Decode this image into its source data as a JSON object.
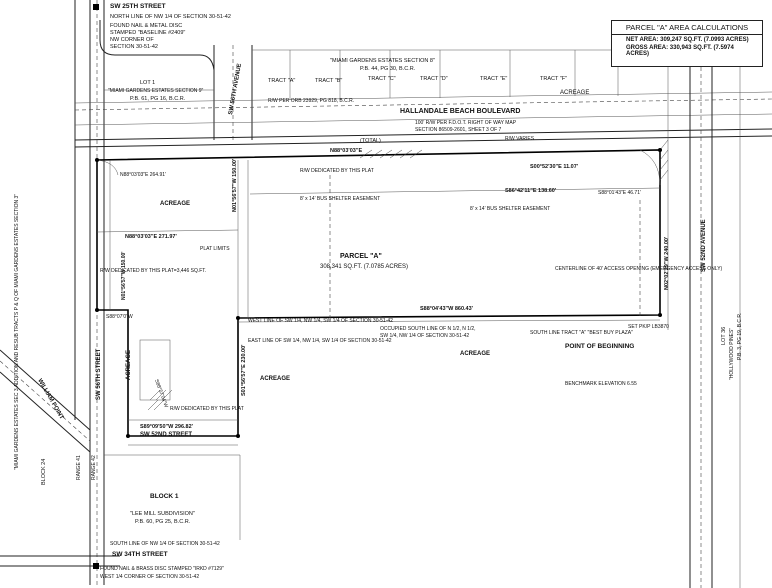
{
  "area_table": {
    "title": "PARCEL \"A\" AREA CALCULATIONS",
    "net": "NET AREA: 309,247 SQ.FT. (7.0993 ACRES)",
    "gross": "GROSS AREA: 330,943 SQ.FT. (7.5974 ACRES)"
  },
  "streets": {
    "sw25": "SW 25TH STREET",
    "sw34": "SW 34TH STREET",
    "sw56ave": "SW 56TH AVENUE",
    "sw52ave": "SW 52ND AVENUE",
    "sw52st": "SW 52ND STREET",
    "sw56st": "SW 56TH STREET",
    "hallandale": "HALLANDALE BEACH BOULEVARD",
    "pembroke": "WILLIAM POINT"
  },
  "labels": {
    "nw_corner_top": "NORTH LINE OF NW 1/4 OF SECTION 30-51-42",
    "found_nail_top": "FOUND NAIL & METAL DISC",
    "stamped_baseline": "STAMPED \"BASELINE #2409\"",
    "nw_corner_section": "NW CORNER OF",
    "section_ref": "SECTION 30-51-42",
    "lot1": "LOT 1",
    "mg9": "\"MIAMI GARDENS ESTATES SECTION 9\"",
    "mg9_pb": "P.B. 61, PG 16, B.C.R.",
    "mg8": "\"MIAMI GARDENS ESTATES SECTION 8\"",
    "mg8_pb": "P.B. 44, PG 30, B.C.R.",
    "tract_a": "TRACT \"A\"",
    "tract_b": "TRACT \"B\"",
    "tract_c": "TRACT \"C\"",
    "tract_d": "TRACT \"D\"",
    "tract_e": "TRACT \"E\"",
    "tract_f": "TRACT \"F\"",
    "acreage": "ACREAGE",
    "rw_per_orb": "R/W PER ORB 23929, PG 818, B.C.R.",
    "fdot_rw": "100' R/W PER F.D.O.T. RIGHT OF WAY MAP",
    "fdot_sect": "SECTION 86509-2601, SHEET 3 OF 7",
    "rw_varies": "R/W VARIES",
    "total": "(TOTAL)",
    "parcel_a": "PARCEL \"A\"",
    "parcel_area": "308,341 SQ.FT. (7.0785 ACRES)",
    "pob": "POINT OF BEGINNING",
    "set_pk": "SET PK/P LB3870",
    "best_buy": "SOUTH LINE TRACT \"A\" \"BEST BUY PLAZA\"",
    "occupied": "OCCUPIED SOUTH LINE OF N 1/2, N 1/2,",
    "occupied2": "SW 1/4, NW 1/4 OF SECTION 30-51-42",
    "block1": "BLOCK 1",
    "lee_mill": "\"LEE MILL SUBDIVISION\"",
    "lee_mill_pb": "P.B. 60, PG 25, B.C.R.",
    "block24": "BLOCK 24",
    "lot36": "LOT 36",
    "hollywood_pines": "\"HOLLYWOOD PINES\"",
    "hollywood_pb": "P.B. 3, PG 19, B.C.R.",
    "range41": "RANGE 41",
    "range42": "RANGE 42",
    "south_line_bottom": "SOUTH LINE OF NW 1/4 OF SECTION 30-51-42",
    "found_nail_bottom": "FOUND NAIL & BRASS DISC STAMPED \"IRKD #7129\"",
    "west_quarter": "WEST 1/4 CORNER OF SECTION 30-51-42",
    "rw_dedicated": "R/W DEDICATED BY THIS PLAT",
    "rw_dedicated_sqft": "R/W DEDICATED BY THIS PLAT=3,446 SQ.FT.",
    "bus_easement": "8' x 14' BUS SHELTER EASEMENT",
    "plat_limits": "PLAT LIMITS",
    "access_opening": "CENTERLINE OF 40' ACCESS OPENING (EMERGENCY ACCESS ONLY)",
    "east_line": "EAST LINE OF SW 1/4, NW 1/4, SW 1/4 OF SECTION 30-51-42",
    "west_line": "WEST LINE OF SW 1/4, NW 1/4, SW 1/4 OF SECTION 30-51-42",
    "bench": "BENCHMARK ELEVATION 6.55",
    "mg_addition": "\"MIAMI GARDENS ESTATES SEC 3 ADDITION AND RESUB TRACTS P & Q OF MIAMI GARDENS ESTATES SECTION 3\""
  },
  "bearings": {
    "b1": "N88°03'03\"E",
    "b2": "N88°03'03\"E 264.91'",
    "b3": "N88°03'03\"E 271.97'",
    "b4": "S88°04'43\"W 860.43'",
    "b5": "N01°56'57\"W 150.00'",
    "b6": "S01°56'57\"E 230.00'",
    "b7": "N02°02'29\"W 240.00'",
    "b8": "S86°42'11\"E 138.60'",
    "b9": "S00°52'30\"E 11.07'",
    "b10": "S89°09'50\"W 296.82'",
    "b11": "N01°56'57\"W 150.00'",
    "b12": "S88°01'43\"E 46.71'",
    "b13": "S88°57'04\"W",
    "b14": "S88°07'0\"W"
  }
}
